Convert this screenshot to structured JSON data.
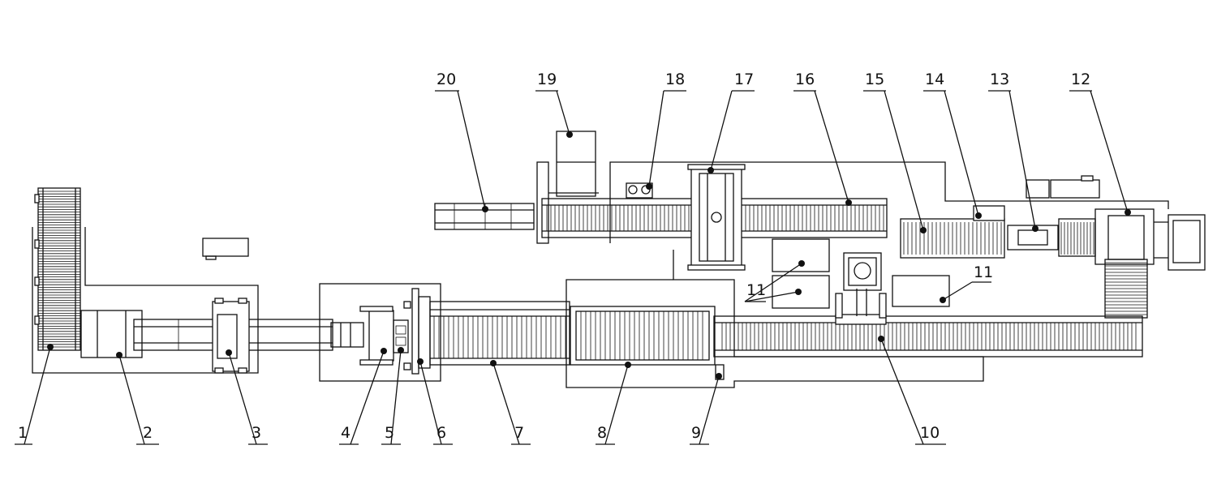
{
  "callouts": [
    {
      "id": "c1",
      "text": "1"
    },
    {
      "id": "c2",
      "text": "2"
    },
    {
      "id": "c3",
      "text": "3"
    },
    {
      "id": "c4",
      "text": "4"
    },
    {
      "id": "c5",
      "text": "5"
    },
    {
      "id": "c6",
      "text": "6"
    },
    {
      "id": "c7",
      "text": "7"
    },
    {
      "id": "c8",
      "text": "8"
    },
    {
      "id": "c9",
      "text": "9"
    },
    {
      "id": "c10",
      "text": "10"
    },
    {
      "id": "c11a",
      "text": "11"
    },
    {
      "id": "c11b",
      "text": "11"
    },
    {
      "id": "c12",
      "text": "12"
    },
    {
      "id": "c13",
      "text": "13"
    },
    {
      "id": "c14",
      "text": "14"
    },
    {
      "id": "c15",
      "text": "15"
    },
    {
      "id": "c16",
      "text": "16"
    },
    {
      "id": "c17",
      "text": "17"
    },
    {
      "id": "c18",
      "text": "18"
    },
    {
      "id": "c19",
      "text": "19"
    },
    {
      "id": "c20",
      "text": "20"
    }
  ],
  "colors": {
    "stroke": "#111111",
    "background": "#ffffff"
  }
}
